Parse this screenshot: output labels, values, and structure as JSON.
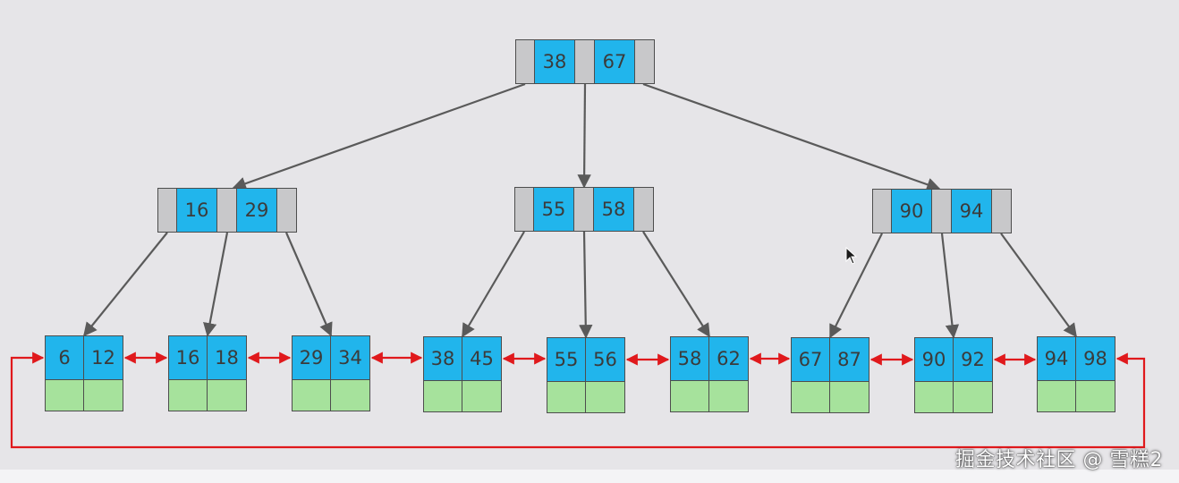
{
  "colors": {
    "background": "#e6e5e8",
    "key_fill": "#21b5ec",
    "pointer_fill": "#c8c8ca",
    "data_fill": "#a6e29c",
    "border": "#4d4d4d",
    "tree_edge": "#5a5a5a",
    "leaf_link": "#e0191c",
    "key_text": "#3b3b3b"
  },
  "tree": {
    "root": {
      "keys": [
        "38",
        "67"
      ]
    },
    "internal": [
      {
        "keys": [
          "16",
          "29"
        ]
      },
      {
        "keys": [
          "55",
          "58"
        ]
      },
      {
        "keys": [
          "90",
          "94"
        ]
      }
    ],
    "leaves": [
      {
        "keys": [
          "6",
          "12"
        ]
      },
      {
        "keys": [
          "16",
          "18"
        ]
      },
      {
        "keys": [
          "29",
          "34"
        ]
      },
      {
        "keys": [
          "38",
          "45"
        ]
      },
      {
        "keys": [
          "55",
          "56"
        ]
      },
      {
        "keys": [
          "58",
          "62"
        ]
      },
      {
        "keys": [
          "67",
          "87"
        ]
      },
      {
        "keys": [
          "90",
          "92"
        ]
      },
      {
        "keys": [
          "94",
          "98"
        ]
      }
    ]
  },
  "watermark": {
    "text": "掘金技术社区 @ 雪糕2"
  },
  "cursor": {
    "icon": "mouse-cursor-icon"
  }
}
